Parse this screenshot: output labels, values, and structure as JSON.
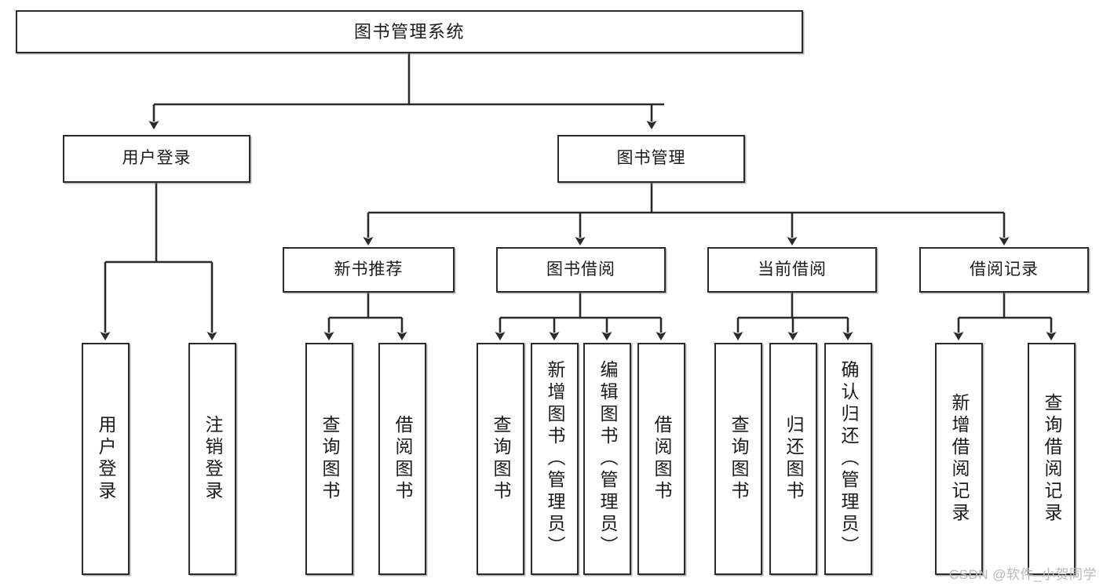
{
  "diagram": {
    "title": "图书管理系统",
    "type": "tree",
    "line_color": "#2b2b2b",
    "box_fill": "#ffffff",
    "text_color": "#1b1b1b"
  },
  "nodes": {
    "root": {
      "label": "图书管理系统",
      "level": 1,
      "orient": "horizontal"
    },
    "user_login": {
      "label": "用户登录",
      "level": 2,
      "orient": "horizontal"
    },
    "book_manage": {
      "label": "图书管理",
      "level": 2,
      "orient": "horizontal"
    },
    "new_book_rec": {
      "label": "新书推荐",
      "level": 3,
      "orient": "horizontal"
    },
    "book_borrow": {
      "label": "图书借阅",
      "level": 3,
      "orient": "horizontal"
    },
    "current_borrow": {
      "label": "当前借阅",
      "level": 3,
      "orient": "horizontal"
    },
    "borrow_record": {
      "label": "借阅记录",
      "level": 3,
      "orient": "horizontal"
    },
    "leaf_user_login": {
      "label": "用户登录",
      "level": 4,
      "orient": "vertical",
      "parent": "user_login"
    },
    "leaf_logout": {
      "label": "注销登录",
      "level": 4,
      "orient": "vertical",
      "parent": "user_login"
    },
    "leaf_query_book_a": {
      "label": "查询图书",
      "level": 4,
      "orient": "vertical",
      "parent": "new_book_rec"
    },
    "leaf_borrow_book_a": {
      "label": "借阅图书",
      "level": 4,
      "orient": "vertical",
      "parent": "new_book_rec"
    },
    "leaf_query_book_b": {
      "label": "查询图书",
      "level": 4,
      "orient": "vertical",
      "parent": "book_borrow"
    },
    "leaf_add_book": {
      "label": "新增图书（管理员）",
      "level": 4,
      "orient": "vertical",
      "parent": "book_borrow"
    },
    "leaf_edit_book": {
      "label": "编辑图书（管理员）",
      "level": 4,
      "orient": "vertical",
      "parent": "book_borrow"
    },
    "leaf_borrow_book_b": {
      "label": "借阅图书",
      "level": 4,
      "orient": "vertical",
      "parent": "book_borrow"
    },
    "leaf_query_book_c": {
      "label": "查询图书",
      "level": 4,
      "orient": "vertical",
      "parent": "current_borrow"
    },
    "leaf_return_book": {
      "label": "归还图书",
      "level": 4,
      "orient": "vertical",
      "parent": "current_borrow"
    },
    "leaf_confirm_return": {
      "label": "确认归还（管理员）",
      "level": 4,
      "orient": "vertical",
      "parent": "current_borrow"
    },
    "leaf_add_record": {
      "label": "新增借阅记录",
      "level": 4,
      "orient": "vertical",
      "parent": "borrow_record"
    },
    "leaf_query_record": {
      "label": "查询借阅记录",
      "level": 4,
      "orient": "vertical",
      "parent": "borrow_record"
    }
  },
  "watermark": {
    "text": "CSDN @软件_小贺同学"
  }
}
